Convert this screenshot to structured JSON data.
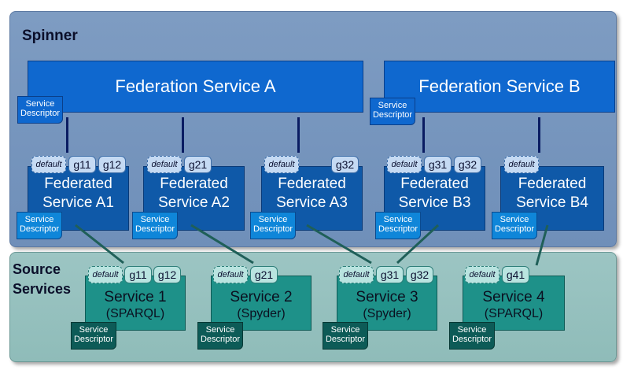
{
  "spinner": {
    "title": "Spinner"
  },
  "source_services": {
    "title_line1": "Source",
    "title_line2": "Services"
  },
  "federation_services": [
    {
      "label": "Federation Service A",
      "descriptor_line1": "Service",
      "descriptor_line2": "Descriptor"
    },
    {
      "label": "Federation Service B",
      "descriptor_line1": "Service",
      "descriptor_line2": "Descriptor"
    }
  ],
  "federated_services": [
    {
      "line1": "Federated",
      "line2": "Service A1",
      "tags": [
        "default",
        "g11",
        "g12"
      ],
      "descriptor_line1": "Service",
      "descriptor_line2": "Descriptor"
    },
    {
      "line1": "Federated",
      "line2": "Service A2",
      "tags": [
        "default",
        "g21"
      ],
      "descriptor_line1": "Service",
      "descriptor_line2": "Descriptor"
    },
    {
      "line1": "Federated",
      "line2": "Service A3",
      "tags": [
        "default",
        "g32"
      ],
      "descriptor_line1": "Service",
      "descriptor_line2": "Descriptor"
    },
    {
      "line1": "Federated",
      "line2": "Service B3",
      "tags": [
        "default",
        "g31",
        "g32"
      ],
      "descriptor_line1": "Service",
      "descriptor_line2": "Descriptor"
    },
    {
      "line1": "Federated",
      "line2": "Service B4",
      "tags": [
        "default"
      ],
      "descriptor_line1": "Service",
      "descriptor_line2": "Descriptor"
    }
  ],
  "source_service_boxes": [
    {
      "line1": "Service 1",
      "line2": "(SPARQL)",
      "tags": [
        "default",
        "g11",
        "g12"
      ],
      "descriptor_line1": "Service",
      "descriptor_line2": "Descriptor"
    },
    {
      "line1": "Service 2",
      "line2": "(Spyder)",
      "tags": [
        "default",
        "g21"
      ],
      "descriptor_line1": "Service",
      "descriptor_line2": "Descriptor"
    },
    {
      "line1": "Service 3",
      "line2": "(Spyder)",
      "tags": [
        "default",
        "g31",
        "g32"
      ],
      "descriptor_line1": "Service",
      "descriptor_line2": "Descriptor"
    },
    {
      "line1": "Service 4",
      "line2": "(SPARQL)",
      "tags": [
        "default",
        "g41"
      ],
      "descriptor_line1": "Service",
      "descriptor_line2": "Descriptor"
    }
  ],
  "colors": {
    "spinner_bg": "#7e9cc2",
    "source_bg": "#9cc5c3",
    "federation_blue": "#0f68cf",
    "federated_blue": "#0f59a8",
    "source_teal": "#1e9189",
    "link_line": "#1f5f58"
  }
}
